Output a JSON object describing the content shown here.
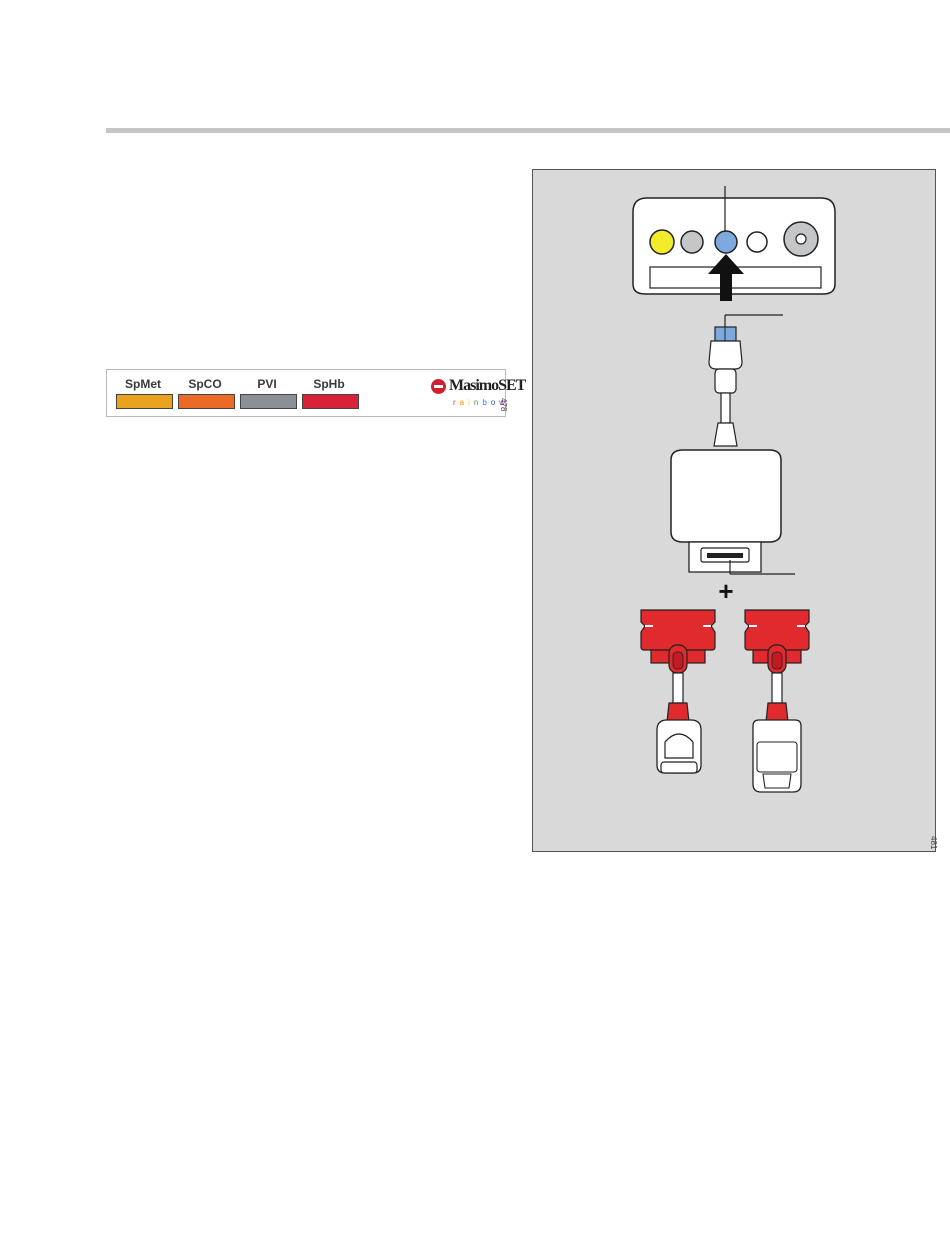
{
  "parameters": [
    {
      "label": "SpMet",
      "color": "#e9a21e"
    },
    {
      "label": "SpCO",
      "color": "#ea6a26"
    },
    {
      "label": "PVI",
      "color": "#8c8f95"
    },
    {
      "label": "SpHb",
      "color": "#d92239"
    }
  ],
  "brand": {
    "name": "MasimoSET",
    "sub": "rainbow",
    "sub_colors": [
      "#e53935",
      "#fb8c00",
      "#fdd835",
      "#43a047",
      "#1e88e5",
      "#3949ab",
      "#8e24aa"
    ]
  },
  "figure_ids": {
    "panel": "478",
    "diagram": "481"
  },
  "colors": {
    "port_yellow": "#f2ec2b",
    "port_gray": "#c5c6c8",
    "port_blue": "#7ea9df",
    "port_white": "#ffffff",
    "connector_red": "#e02a2e",
    "diagram_bg": "#d9d9da"
  },
  "plus_symbol": "+"
}
